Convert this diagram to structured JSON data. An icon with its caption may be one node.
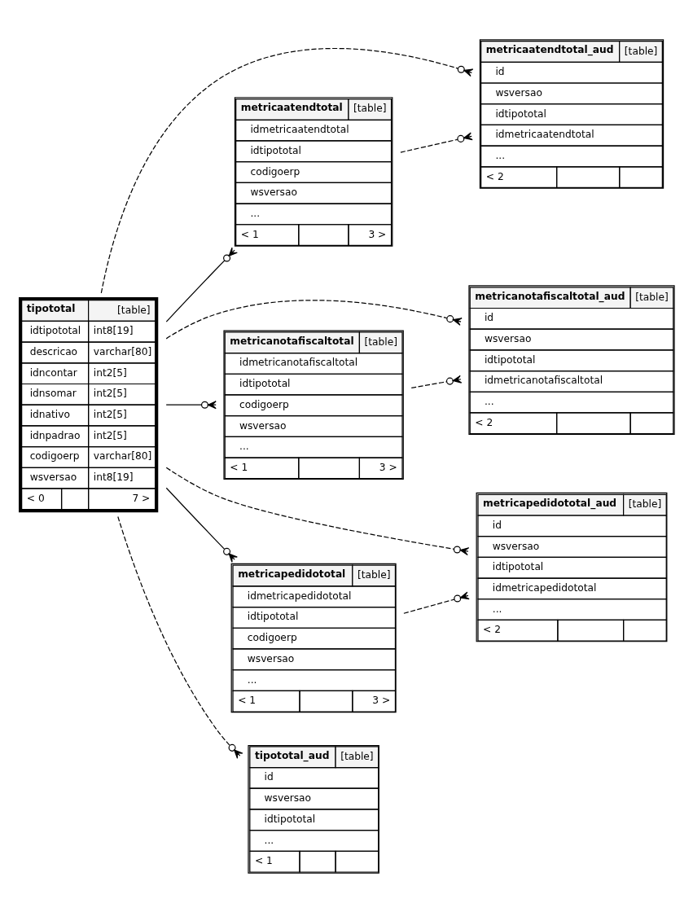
{
  "diagram": {
    "nodes": [
      {
        "text": [
          "tipototal",
          "[table]",
          "idtipototal",
          "int8[19]",
          "descricao",
          "varchar[80]",
          "idncontar",
          "int2[5]",
          "idnsomar",
          "int2[5]",
          "idnativo",
          "int2[5]",
          "idnpadrao",
          "int2[5]",
          "codigoerp",
          "varchar[80]",
          "wsversao",
          "int8[19]",
          "< 0",
          "7 >"
        ]
      },
      {
        "text": [
          "metricaatendtotal_aud",
          "[table]",
          "id",
          "wsversao",
          "idtipototal",
          "idmetricaatendtotal",
          "...",
          "< 2"
        ]
      },
      {
        "text": [
          "metricaatendtotal",
          "[table]",
          "idmetricaatendtotal",
          "idtipototal",
          "codigoerp",
          "wsversao",
          "...",
          "< 1",
          "3 >"
        ]
      },
      {
        "text": [
          "metricanotafiscaltotal_aud",
          "[table]",
          "id",
          "wsversao",
          "idtipototal",
          "idmetricanotafiscaltotal",
          "...",
          "< 2"
        ]
      },
      {
        "text": [
          "metricanotafiscaltotal",
          "[table]",
          "idmetricanotafiscaltotal",
          "idtipototal",
          "codigoerp",
          "wsversao",
          "...",
          "< 1",
          "3 >"
        ]
      },
      {
        "text": [
          "metricapedidototal_aud",
          "[table]",
          "id",
          "wsversao",
          "idtipototal",
          "idmetricapedidototal",
          "...",
          "< 2"
        ]
      },
      {
        "text": [
          "metricapedidototal",
          "[table]",
          "idmetricapedidototal",
          "idtipototal",
          "codigoerp",
          "wsversao",
          "...",
          "< 1",
          "3 >"
        ]
      },
      {
        "text": [
          "tipototal_aud",
          "[table]",
          "id",
          "wsversao",
          "idtipototal",
          "...",
          "< 1"
        ]
      }
    ],
    "edges": [
      {
        "from": 0,
        "to": 1,
        "arrow": "other",
        "style": "dashed"
      },
      {
        "from": 0,
        "to": 2,
        "arrow": "other"
      },
      {
        "from": 0,
        "to": 3,
        "arrow": "other",
        "style": "dashed"
      },
      {
        "from": 0,
        "to": 4,
        "arrow": "other"
      },
      {
        "from": 0,
        "to": 5,
        "arrow": "other",
        "style": "dashed"
      },
      {
        "from": 0,
        "to": 6,
        "arrow": "other"
      },
      {
        "from": 0,
        "to": 7,
        "arrow": "other",
        "style": "dashed"
      },
      {
        "from": 2,
        "to": 1,
        "arrow": "other",
        "style": "dashed"
      },
      {
        "from": 4,
        "to": 3,
        "arrow": "other",
        "style": "dashed"
      },
      {
        "from": 6,
        "to": 5,
        "arrow": "other",
        "style": "dashed"
      }
    ]
  }
}
